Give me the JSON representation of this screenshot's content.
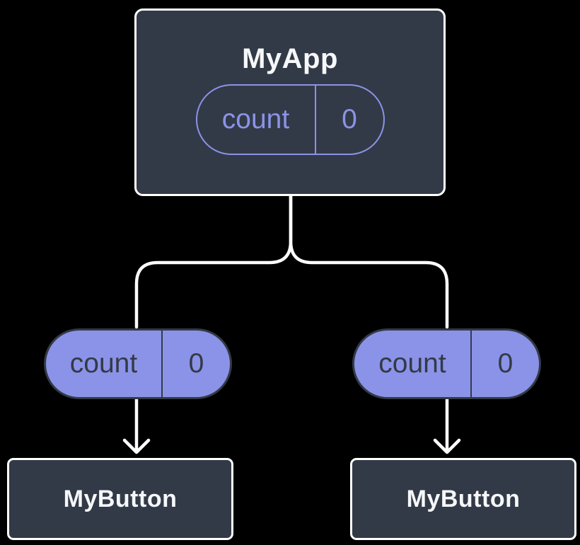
{
  "diagram": {
    "description": "Component tree with shared state passed down as props",
    "root": {
      "title": "MyApp",
      "state": {
        "name": "count",
        "value": "0"
      }
    },
    "children": [
      {
        "title": "MyButton",
        "prop": {
          "name": "count",
          "value": "0"
        }
      },
      {
        "title": "MyButton",
        "prop": {
          "name": "count",
          "value": "0"
        }
      }
    ]
  },
  "colors": {
    "background": "#000000",
    "node-fill": "#333A47",
    "node-border": "#FFFFFF",
    "node-text": "#F6F7F9",
    "purple": "#8B93E8",
    "pill-dark": "#333A47",
    "connector": "#FFFFFF"
  }
}
